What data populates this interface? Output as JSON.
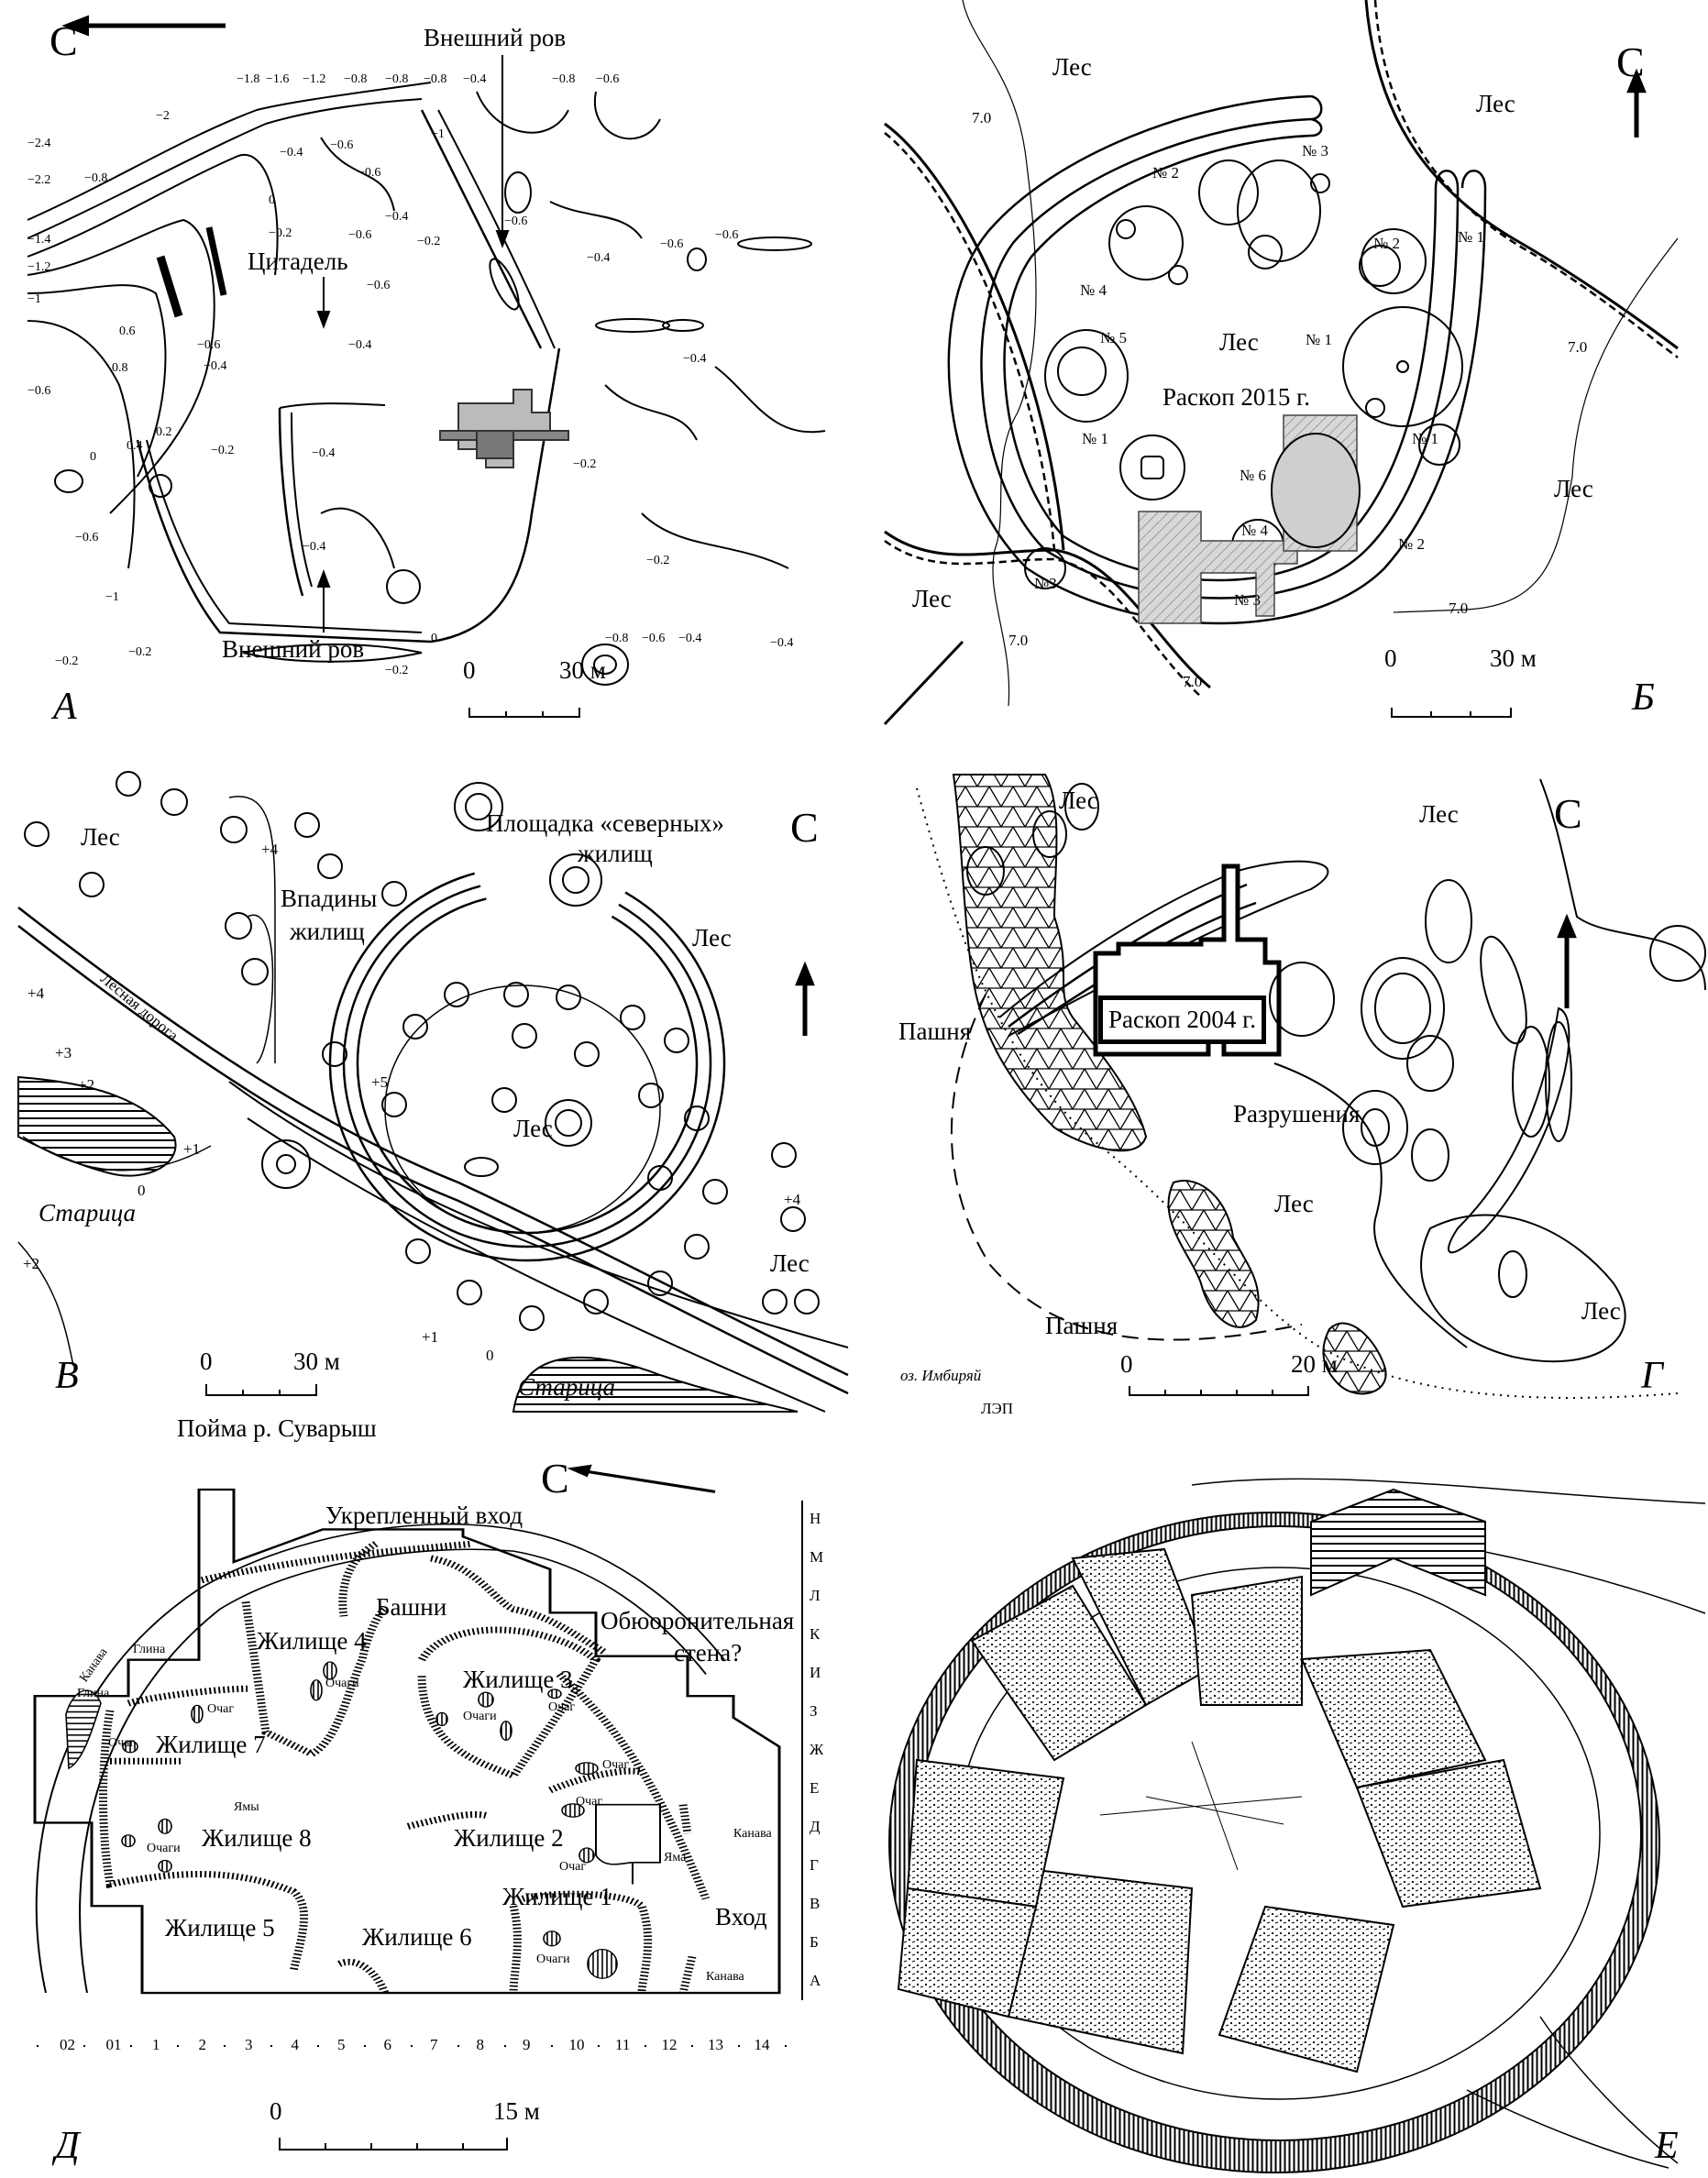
{
  "figure": {
    "north_label": "С",
    "panel_a": {
      "letter": "А",
      "outer_ditch_top": "Внешний ров",
      "outer_ditch_bottom": "Внешний ров",
      "citadel": "Цитадель",
      "scale": {
        "zero": "0",
        "end": "30 м"
      },
      "contour_labels": [
        "−1.8",
        "−1.6",
        "−1.2",
        "−0.8",
        "−0.8",
        "−0.8",
        "−0.4",
        "−0.8",
        "−0.6",
        "−2",
        "−2.4",
        "−2.2",
        "−0.8",
        "−1.4",
        "−1.2",
        "−1",
        "−0.6",
        "−0.4",
        "−0.6",
        "−0.6",
        "0",
        "−0.2",
        "−0.4",
        "−0.2",
        "−0.6",
        "−0.6",
        "0.6",
        "0.8",
        "−0.6",
        "−0.4",
        "−0.4",
        "0.2",
        "0.4",
        "0",
        "−0.2",
        "−0.4",
        "−0.4",
        "−0.2",
        "−0.4",
        "−0.6",
        "−1",
        "−0.2",
        "−0.2",
        "−0.2",
        "0",
        "−0.8",
        "−0.6",
        "−0.4",
        "−0.2",
        "−0.4",
        "−0.6",
        "−0.4",
        "−0.6",
        "−1",
        "−0.6"
      ]
    },
    "panel_b": {
      "letter": "Б",
      "forest": [
        "Лес",
        "Лес",
        "Лес",
        "Лес",
        "Лес"
      ],
      "excavation": "Раскоп 2015 г.",
      "dwellings": [
        "№ 3",
        "№ 2",
        "№ 2",
        "№ 4",
        "№ 1",
        "№ 5",
        "№ 1",
        "№ 1",
        "№ 1",
        "№ 6",
        "№ 4",
        "№ 3",
        "№3",
        "№ 2"
      ],
      "contours": [
        "7.0",
        "7.0",
        "7.0",
        "7.0",
        "7.0"
      ],
      "scale": {
        "zero": "0",
        "end": "30 м"
      }
    },
    "panel_v": {
      "letter": "В",
      "forest": [
        "Лес",
        "Лес",
        "Лес",
        "Лес"
      ],
      "north_platform": [
        "Площадка «северных»",
        "жилищ"
      ],
      "dwelling_pits": [
        "Впадины",
        "жилищ"
      ],
      "forest_road": "Лесная дорога",
      "oxbow": [
        "Старица",
        "Старица"
      ],
      "floodplain": "Пойма р. Суварыш",
      "contours": [
        "+4",
        "+4",
        "+3",
        "+2",
        "+1",
        "0",
        "+5",
        "+4",
        "+2",
        "+1",
        "0"
      ],
      "scale": {
        "zero": "0",
        "end": "30 м"
      }
    },
    "panel_g": {
      "letter": "Г",
      "forest": [
        "Лес",
        "Лес",
        "Лес",
        "Лес"
      ],
      "field": [
        "Пашня",
        "Пашня"
      ],
      "excavation": "Раскоп 2004 г.",
      "destruction": "Разрушения",
      "lake": "оз. Имбиряй",
      "power_line": "ЛЭП",
      "scale": {
        "zero": "0",
        "end": "20 м"
      }
    },
    "panel_d": {
      "letter": "Д",
      "fortified_entrance": "Укрепленный вход",
      "towers": "Башни",
      "defensive_wall": [
        "Обюоронительная",
        "стена?"
      ],
      "dwellings": [
        "Жилище 4",
        "Жилище 3",
        "Жилище 7",
        "Жилище 8",
        "Жилище 2",
        "Жилище 1",
        "Жилище 5",
        "Жилище 6"
      ],
      "small_labels": [
        "Канава",
        "Глина",
        "Глина",
        "Очаги",
        "Очаг",
        "Очаги",
        "Очаг",
        "Очаг",
        "Очаг",
        "Ямы",
        "Очаг",
        "Очаги",
        "Яма",
        "Очаг",
        "Канава",
        "Вход",
        "Очаги",
        "Канава"
      ],
      "grid_rows": [
        "Н",
        "М",
        "Л",
        "К",
        "И",
        "З",
        "Ж",
        "Е",
        "Д",
        "Г",
        "В",
        "Б",
        "А"
      ],
      "grid_cols": [
        "02",
        "01",
        "1",
        "2",
        "3",
        "4",
        "5",
        "6",
        "7",
        "8",
        "9",
        "10",
        "11",
        "12",
        "13",
        "14"
      ],
      "scale": {
        "zero": "0",
        "end": "15 м"
      }
    },
    "panel_e": {
      "letter": "Е"
    }
  }
}
